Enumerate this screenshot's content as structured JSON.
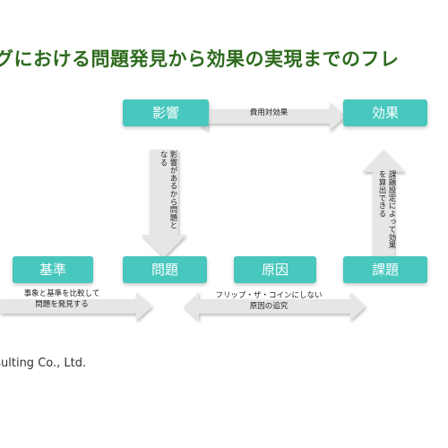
{
  "title": "グにおける問題発見から効果の実現までのフレ",
  "nodes": {
    "eikyo": "影響",
    "koka": "効果",
    "kijun": "基準",
    "mondai": "問題",
    "genin": "原因",
    "kadai": "課題"
  },
  "labels": {
    "hiyo_taikoka": "費用対効果",
    "eikyo_mondai": "影響があるから問題となる",
    "kadai_koka": "課題設定によって効果を算出できる",
    "kijun_line1": "事象と基準を比較して",
    "kijun_line2": "問題を発見する",
    "genin_line1": "フリップ・ザ・コインにしない",
    "genin_line2": "原因の追究"
  },
  "footer": "nsulting Co., Ltd.",
  "colors": {
    "node_fill": "#47c7bd",
    "title_green": "#2e6b1e",
    "arrow_gray": "#e6e6e6"
  }
}
